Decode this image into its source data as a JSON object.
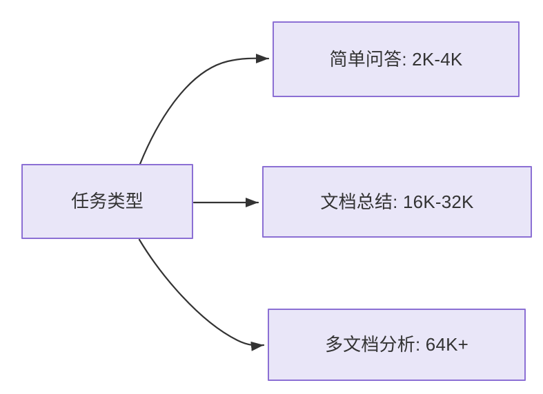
{
  "diagram": {
    "type": "flowchart",
    "direction": "left-to-right",
    "background_color": "#FFFFFF",
    "node_fill_color": "#E9E6F8",
    "node_border_color": "#8B6FD4",
    "node_text_color": "#333333",
    "edge_color": "#333333",
    "root": {
      "id": "task-type",
      "label": "任务类型"
    },
    "branches": [
      {
        "id": "simple-qa",
        "label": "简单问答: 2K-4K",
        "task": "简单问答",
        "range": "2K-4K",
        "edge_style": "curved"
      },
      {
        "id": "doc-summary",
        "label": "文档总结: 16K-32K",
        "task": "文档总结",
        "range": "16K-32K",
        "edge_style": "straight"
      },
      {
        "id": "multi-doc",
        "label": "多文档分析: 64K+",
        "task": "多文档分析",
        "range": "64K+",
        "edge_style": "curved"
      }
    ]
  }
}
